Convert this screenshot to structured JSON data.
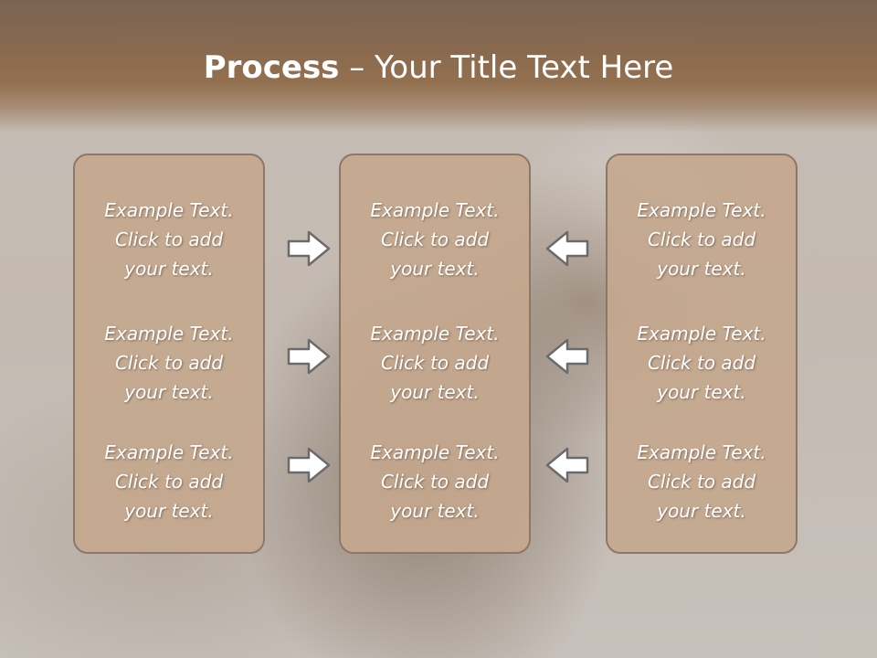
{
  "slide": {
    "title_bold": "Process",
    "title_rest": " – Your Title Text Here"
  },
  "columns": [
    {
      "cells": [
        {
          "line1": "Example Text.",
          "line2": "Click  to add",
          "line3": "your text."
        },
        {
          "line1": "Example Text.",
          "line2": "Click  to add",
          "line3": "your text."
        },
        {
          "line1": "Example Text.",
          "line2": "Click  to add",
          "line3": "your text."
        }
      ]
    },
    {
      "cells": [
        {
          "line1": "Example Text.",
          "line2": "Click  to add",
          "line3": "your text."
        },
        {
          "line1": "Example Text.",
          "line2": "Click  to add",
          "line3": "your text."
        },
        {
          "line1": "Example Text.",
          "line2": "Click  to add",
          "line3": "your text."
        }
      ]
    },
    {
      "cells": [
        {
          "line1": "Example Text.",
          "line2": "Click  to add",
          "line3": "your text."
        },
        {
          "line1": "Example Text.",
          "line2": "Click  to add",
          "line3": "your text."
        },
        {
          "line1": "Example Text.",
          "line2": "Click  to add",
          "line3": "your text."
        }
      ]
    }
  ],
  "icons": {
    "left_arrows": "arrow-right-icon",
    "right_arrows": "arrow-left-icon"
  },
  "colors": {
    "header": "#8a6a4f",
    "panel_fill": "#c4a88e",
    "panel_border": "#8c7868",
    "arrow_fill": "#ffffff",
    "arrow_stroke": "#6b6b6b"
  }
}
